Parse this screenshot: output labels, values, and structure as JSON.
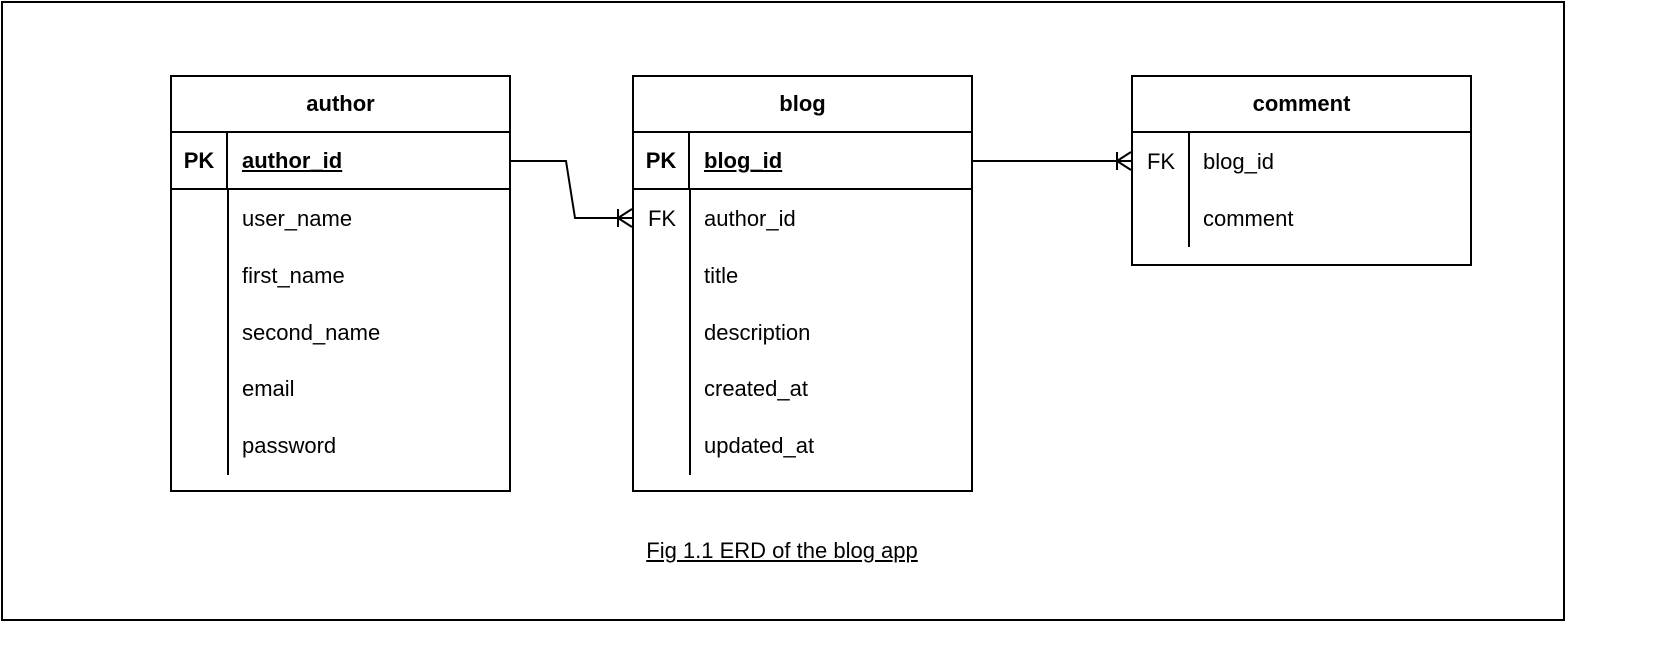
{
  "entities": {
    "author": {
      "title": "author",
      "pk": {
        "key": "PK",
        "name": "author_id"
      },
      "fields": [
        {
          "key": "",
          "name": "user_name"
        },
        {
          "key": "",
          "name": "first_name"
        },
        {
          "key": "",
          "name": "second_name"
        },
        {
          "key": "",
          "name": "email"
        },
        {
          "key": "",
          "name": "password"
        }
      ]
    },
    "blog": {
      "title": "blog",
      "pk": {
        "key": "PK",
        "name": "blog_id"
      },
      "fields": [
        {
          "key": "FK",
          "name": "author_id"
        },
        {
          "key": "",
          "name": "title"
        },
        {
          "key": "",
          "name": "description"
        },
        {
          "key": "",
          "name": "created_at"
        },
        {
          "key": "",
          "name": "updated_at"
        }
      ]
    },
    "comment": {
      "title": "comment",
      "fields": [
        {
          "key": "FK",
          "name": "blog_id"
        },
        {
          "key": "",
          "name": "comment"
        }
      ]
    }
  },
  "relationships": [
    {
      "from": "author.author_id",
      "to": "blog.author_id",
      "cardinality": "one-to-many"
    },
    {
      "from": "blog.blog_id",
      "to": "comment.blog_id",
      "cardinality": "one-to-many"
    }
  ],
  "caption": "Fig 1.1 ERD of the blog app"
}
